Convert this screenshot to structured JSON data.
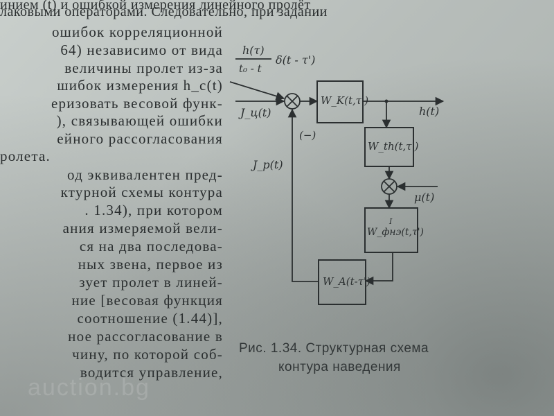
{
  "top_text": [
    "инием (t) и ошибкой измерения линейного пролёт",
    "лаковыми операторами. Следовательно, при задании"
  ],
  "column_text": [
    "ошибок   корреляционной",
    "64) независимо от вида",
    "величины  пролет  из-за",
    "шибок  измерения  h_c(t)",
    "еризовать весовой функ-",
    "), связывающей ошибки",
    "ейного  рассогласования",
    "ролета.",
    "од  эквивалентен  пред-",
    "ктурной схемы контура",
    ". 1.34),   при котором",
    "ания  измеряемой  вели-",
    "ся  на  два  последова-",
    "ных  звена,  первое  из",
    "зует  пролет  в  линей-",
    "ние [весовая функция",
    "соотношение    (1.44)],",
    "ное рассогласование в",
    "чину, по которой соб-",
    "водится  управление,"
  ],
  "diagram": {
    "top_input_numerator": "h(τ)",
    "top_input_denominator": "t₀ - t",
    "top_input_factor": "δ(t - τ')",
    "input_left": "J_ц(t)",
    "feedback_sign": "(−)",
    "feedback_label": "J_p(t)",
    "output_label": "h(t)",
    "mu_label": "μ(t)",
    "block_k": "W_K(t,τ')",
    "block_th": "W_th(t,τ')",
    "block_fn": "W_фнэ(t,τ')",
    "block_fn_superscript": "I",
    "block_a": "W_A(t-τ')"
  },
  "caption": {
    "line1": "Рис. 1.34. Структурная схема",
    "line2": "контура  наведения"
  },
  "watermark": "auction.bg"
}
